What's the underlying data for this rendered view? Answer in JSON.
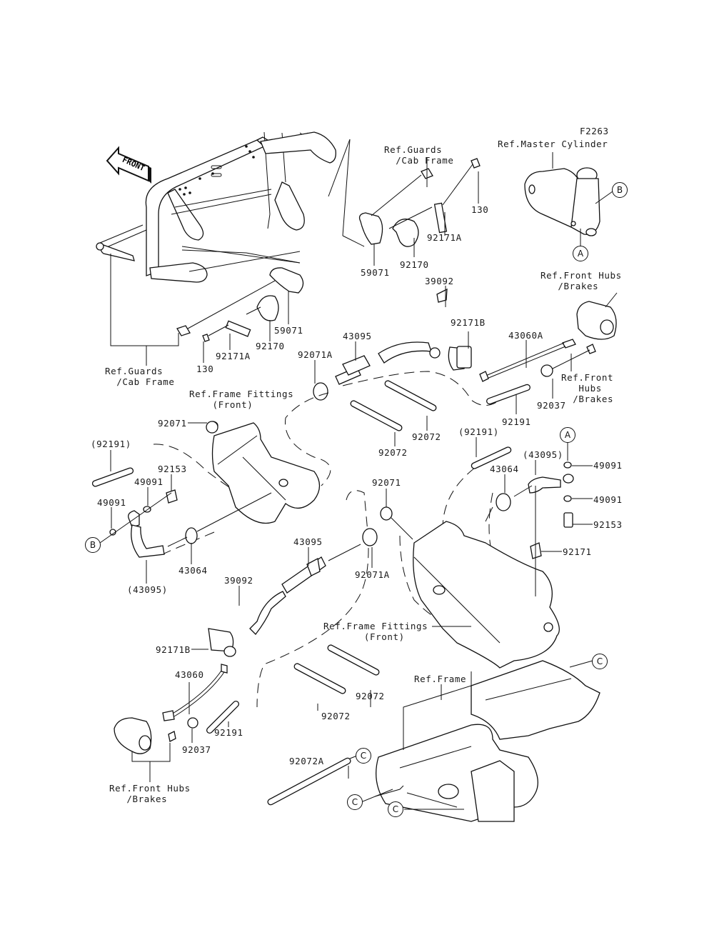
{
  "figure_code": "F2263",
  "front_arrow_label": "FRONT",
  "refs": {
    "master_cylinder": "Ref.Master Cylinder",
    "guards_cab_top": "Ref.Guards\n  /Cab Frame",
    "guards_cab_left": "Ref.Guards\n  /Cab Frame",
    "front_hubs_top": "Ref.Front Hubs\n   /Brakes",
    "front_hubs_right": "Ref.Front\n   Hubs\n  /Brakes",
    "frame_fittings_upper": "Ref.Frame Fittings\n    (Front)",
    "frame_fittings_lower": "Ref.Frame Fittings\n       (Front)",
    "front_hubs_bottom": "Ref.Front Hubs\n   /Brakes",
    "frame": "Ref.Frame"
  },
  "markers": {
    "A": "A",
    "B": "B",
    "C": "C"
  },
  "parts": [
    {
      "id": "p130_top",
      "number": "130"
    },
    {
      "id": "p92171A_top",
      "number": "92171A"
    },
    {
      "id": "p59071_top",
      "number": "59071"
    },
    {
      "id": "p92170_top",
      "number": "92170"
    },
    {
      "id": "p39092_top",
      "number": "39092"
    },
    {
      "id": "p59071_mid",
      "number": "59071"
    },
    {
      "id": "p92170_mid",
      "number": "92170"
    },
    {
      "id": "p92171A_mid",
      "number": "92171A"
    },
    {
      "id": "p130_mid",
      "number": "130"
    },
    {
      "id": "p92171B_top",
      "number": "92171B"
    },
    {
      "id": "p43060A",
      "number": "43060A"
    },
    {
      "id": "p43095_top",
      "number": "43095"
    },
    {
      "id": "p92071A_top",
      "number": "92071A"
    },
    {
      "id": "p92037_top",
      "number": "92037"
    },
    {
      "id": "p92191_top",
      "number": "92191"
    },
    {
      "id": "p92072_a",
      "number": "92072"
    },
    {
      "id": "p92072_b",
      "number": "92072"
    },
    {
      "id": "p92071_left",
      "number": "92071"
    },
    {
      "id": "p92191_left_paren",
      "number": "(92191)"
    },
    {
      "id": "p92153_left",
      "number": "92153"
    },
    {
      "id": "p49091_left_a",
      "number": "49091"
    },
    {
      "id": "p49091_left_b",
      "number": "49091"
    },
    {
      "id": "p43064_left",
      "number": "43064"
    },
    {
      "id": "p43095_left_paren",
      "number": "(43095)"
    },
    {
      "id": "p92191_right_paren",
      "number": "(92191)"
    },
    {
      "id": "p43095_right_paren",
      "number": "(43095)"
    },
    {
      "id": "p43064_right",
      "number": "43064"
    },
    {
      "id": "p49091_right_a",
      "number": "49091"
    },
    {
      "id": "p49091_right_b",
      "number": "49091"
    },
    {
      "id": "p92153_right",
      "number": "92153"
    },
    {
      "id": "p92171_right",
      "number": "92171"
    },
    {
      "id": "p92071_mid",
      "number": "92071"
    },
    {
      "id": "p43095_mid",
      "number": "43095"
    },
    {
      "id": "p92071A_mid",
      "number": "92071A"
    },
    {
      "id": "p39092_mid",
      "number": "39092"
    },
    {
      "id": "p92171B_low",
      "number": "92171B"
    },
    {
      "id": "p43060",
      "number": "43060"
    },
    {
      "id": "p92191_low",
      "number": "92191"
    },
    {
      "id": "p92037_low",
      "number": "92037"
    },
    {
      "id": "p92072_c",
      "number": "92072"
    },
    {
      "id": "p92072_d",
      "number": "92072"
    },
    {
      "id": "p92072A",
      "number": "92072A"
    }
  ]
}
